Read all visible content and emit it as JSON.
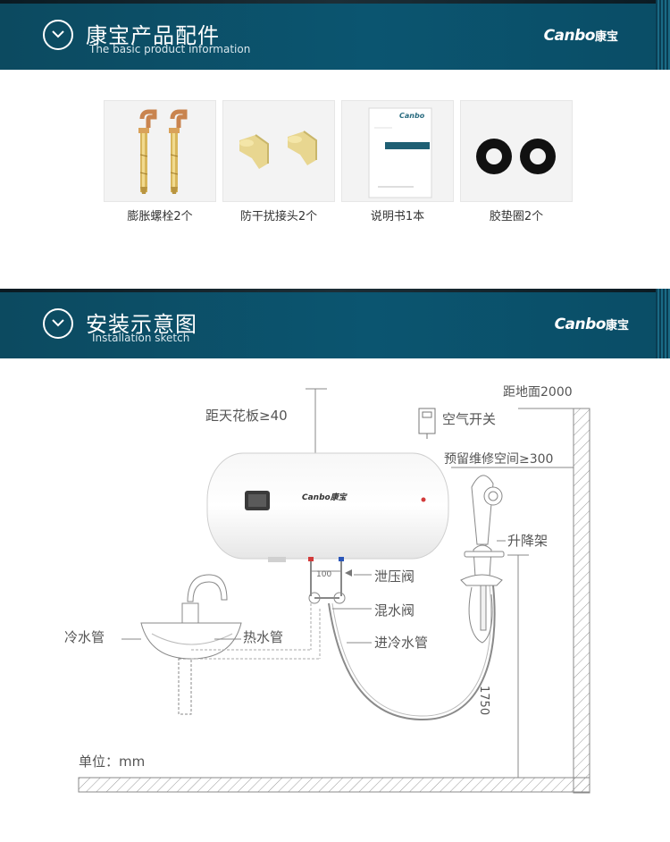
{
  "section1": {
    "title_cn": "康宝产品配件",
    "title_en": "The basic product information",
    "logo_en": "Canbo",
    "logo_cn": "康宝"
  },
  "accessories": [
    {
      "label": "膨胀螺栓2个"
    },
    {
      "label": "防干扰接头2个"
    },
    {
      "label": "说明书1本",
      "manual_brand": "Canbo"
    },
    {
      "label": "胶垫圈2个"
    }
  ],
  "section2": {
    "title_cn": "安装示意图",
    "title_en": "Installation sketch",
    "logo_en": "Canbo",
    "logo_cn": "康宝"
  },
  "diagram": {
    "ceiling_distance": "距天花板≥40",
    "floor_distance": "距地面2000",
    "air_switch": "空气开关",
    "maintenance_space": "预留维修空间≥300",
    "lift_rack": "升降架",
    "pressure_valve": "泄压阀",
    "mixing_valve": "混水阀",
    "cold_inlet": "进冷水管",
    "cold_pipe": "冷水管",
    "hot_pipe": "热水管",
    "pipe_spacing": "100",
    "height_1750": "1750",
    "unit": "单位：mm",
    "heater_brand": "Canbo康宝"
  },
  "colors": {
    "banner": "#0b5570",
    "accessory_bg": "#f3f3f3",
    "hot_marker": "#d23b3b",
    "cold_marker": "#2a56b8"
  }
}
